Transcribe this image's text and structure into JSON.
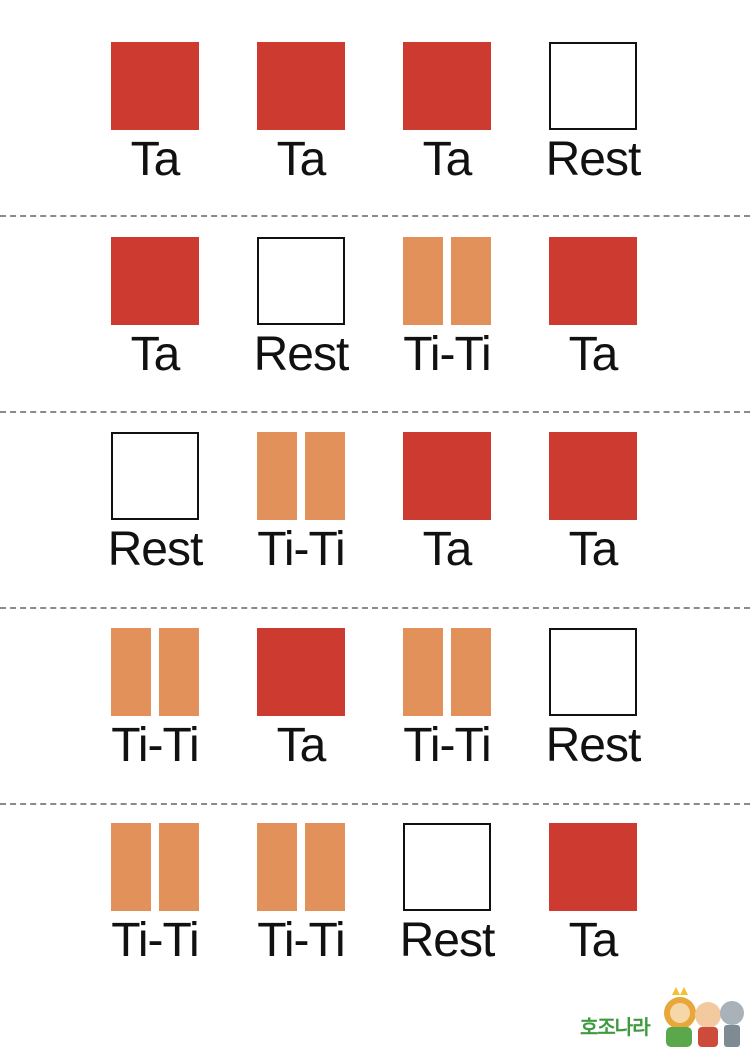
{
  "rows": [
    [
      {
        "type": "ta",
        "label": "Ta"
      },
      {
        "type": "ta",
        "label": "Ta"
      },
      {
        "type": "ta",
        "label": "Ta"
      },
      {
        "type": "rest",
        "label": "Rest"
      }
    ],
    [
      {
        "type": "ta",
        "label": "Ta"
      },
      {
        "type": "rest",
        "label": "Rest"
      },
      {
        "type": "titi",
        "label": "Ti-Ti"
      },
      {
        "type": "ta",
        "label": "Ta"
      }
    ],
    [
      {
        "type": "rest",
        "label": "Rest"
      },
      {
        "type": "titi",
        "label": "Ti-Ti"
      },
      {
        "type": "ta",
        "label": "Ta"
      },
      {
        "type": "ta",
        "label": "Ta"
      }
    ],
    [
      {
        "type": "titi",
        "label": "Ti-Ti"
      },
      {
        "type": "ta",
        "label": "Ta"
      },
      {
        "type": "titi",
        "label": "Ti-Ti"
      },
      {
        "type": "rest",
        "label": "Rest"
      }
    ],
    [
      {
        "type": "titi",
        "label": "Ti-Ti"
      },
      {
        "type": "titi",
        "label": "Ti-Ti"
      },
      {
        "type": "rest",
        "label": "Rest"
      },
      {
        "type": "ta",
        "label": "Ta"
      }
    ]
  ],
  "colors": {
    "ta": "#cd3a30",
    "titi": "#e3915b",
    "rest_border": "#111111",
    "divider": "#8a8a8a"
  },
  "logo": {
    "text": "호조나라"
  }
}
